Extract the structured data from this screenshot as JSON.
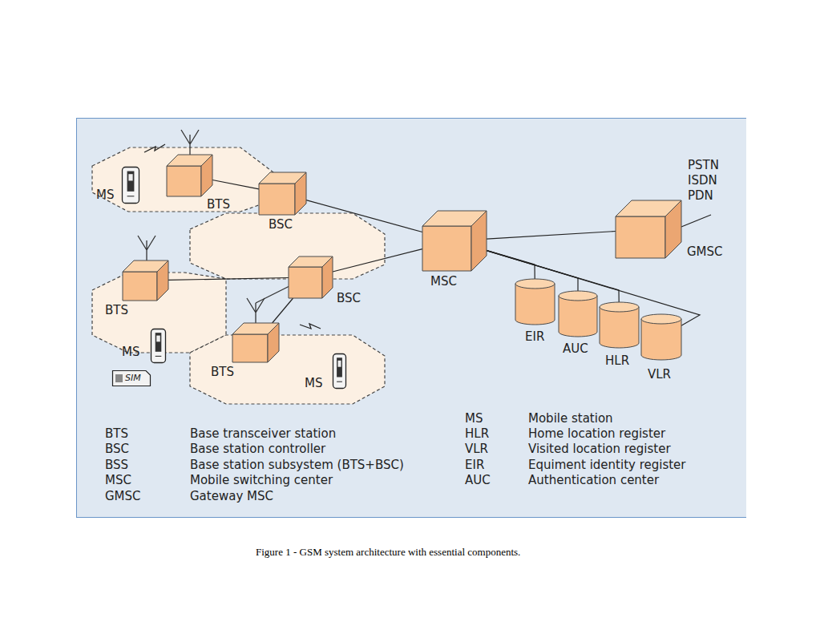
{
  "diagram": {
    "caption": "Figure 1 - GSM system architecture with essential components.",
    "nodes": [
      {
        "text": [
          "MS"
        ]
      },
      {
        "text": [
          "BTS"
        ]
      },
      {
        "text": [
          "BSC"
        ]
      },
      {
        "text": [
          "MSC"
        ]
      },
      {
        "text": [
          "GMSC"
        ]
      },
      {
        "text": [
          "BTS"
        ]
      },
      {
        "text": [
          "BSC"
        ]
      },
      {
        "text": [
          "MS"
        ]
      },
      {
        "text": [
          "EIR"
        ]
      },
      {
        "text": [
          "AUC"
        ]
      },
      {
        "text": [
          "BTS"
        ]
      },
      {
        "text": [
          "HLR"
        ]
      },
      {
        "text": [
          "MS"
        ]
      },
      {
        "text": [
          "VLR"
        ]
      },
      {
        "text": [
          "SIM"
        ]
      }
    ],
    "edges": [
      {
        "from": 1,
        "to": 2,
        "arrow": "none"
      },
      {
        "from": 2,
        "to": 3,
        "arrow": "none"
      },
      {
        "from": 6,
        "to": 3,
        "arrow": "none"
      },
      {
        "from": 5,
        "to": 6,
        "arrow": "none"
      },
      {
        "from": 10,
        "to": 6,
        "arrow": "none"
      },
      {
        "from": 3,
        "to": 4,
        "arrow": "none"
      },
      {
        "from": 3,
        "to": 8,
        "arrow": "none"
      },
      {
        "from": 3,
        "to": 9,
        "arrow": "none"
      },
      {
        "from": 3,
        "to": 11,
        "arrow": "none"
      },
      {
        "from": 3,
        "to": 13,
        "arrow": "none"
      }
    ],
    "labels": [
      "PSTN",
      "ISDN",
      "PDN",
      "BTS",
      "Base transceiver station",
      "BSC",
      "Base station controller",
      "BSS",
      "Base station subsystem (BTS+BSC)",
      "MSC",
      "Mobile switching center",
      "GMSC",
      "Gateway MSC",
      "MS",
      "Mobile station",
      "HLR",
      "Home location register",
      "VLR",
      "Visited location register",
      "EIR",
      "Equiment identity register",
      "AUC",
      "Authentication center"
    ]
  }
}
